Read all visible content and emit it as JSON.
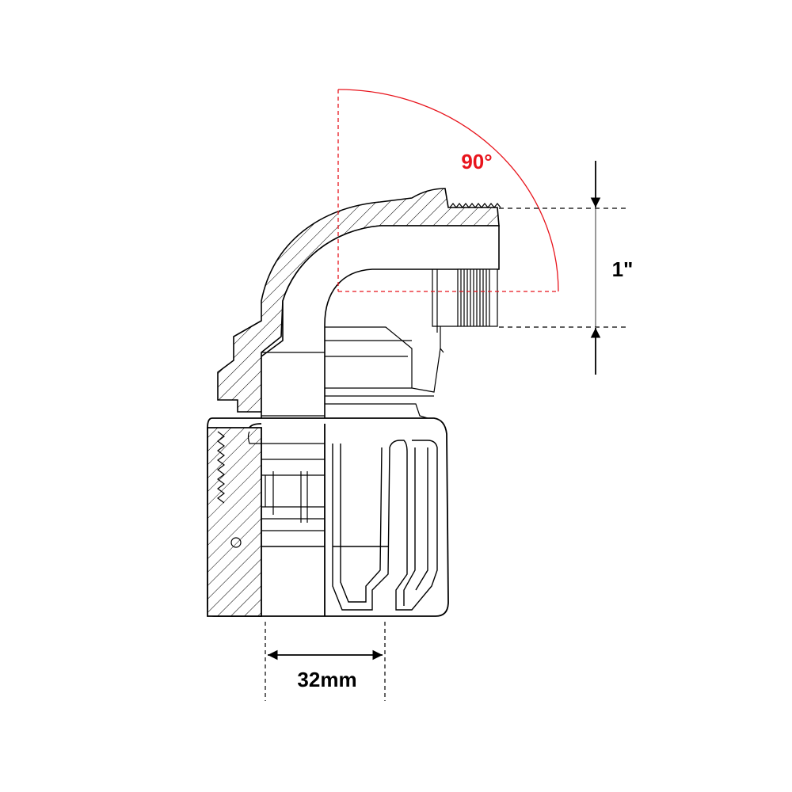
{
  "drawing": {
    "angle_label": "90°",
    "thread_size_label": "1\"",
    "pipe_diameter_label": "32mm"
  },
  "colors": {
    "angle_accent": "#e8141c",
    "line": "#000000",
    "background": "#ffffff"
  }
}
